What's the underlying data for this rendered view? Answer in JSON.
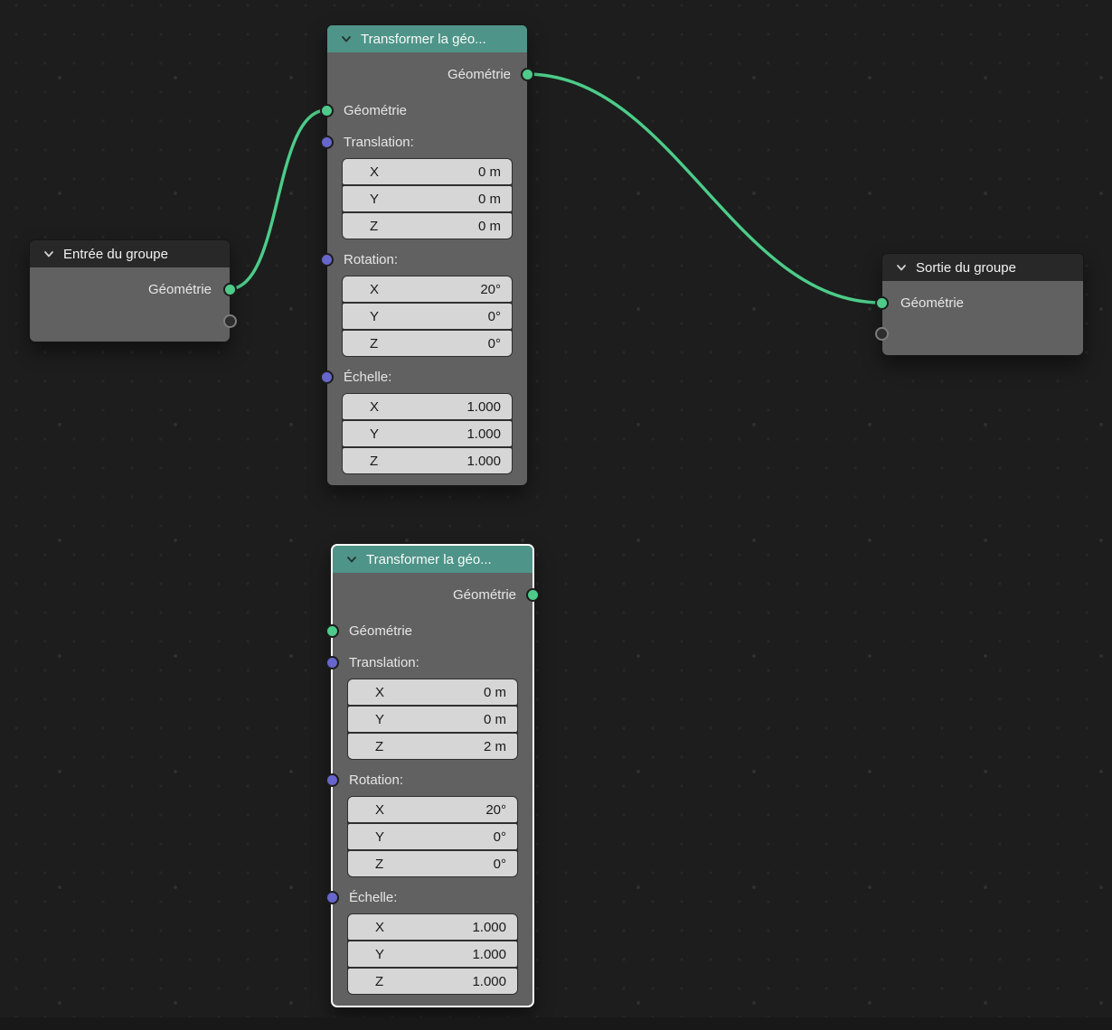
{
  "editor": {
    "type_hint": "geometry-node-editor"
  },
  "colors": {
    "background": "#1d1d1d",
    "wire": "#4ecb8a",
    "geometry_socket": "#4ecb8a",
    "vector_socket": "#6666cc",
    "transform_header": "#4f9488",
    "io_header": "#282828",
    "node_body": "#616161",
    "field_bg": "#d6d6d6"
  },
  "nodes": {
    "group_input": {
      "title": "Entrée du groupe",
      "outputs": {
        "geometry": "Géométrie"
      }
    },
    "group_output": {
      "title": "Sortie du groupe",
      "inputs": {
        "geometry": "Géométrie"
      }
    },
    "transform_top": {
      "title": "Transformer la géo...",
      "outputs": {
        "geometry": "Géométrie"
      },
      "inputs": {
        "geometry": "Géométrie"
      },
      "sections": [
        {
          "label": "Translation:",
          "rows": [
            {
              "axis": "X",
              "value": "0 m"
            },
            {
              "axis": "Y",
              "value": "0 m"
            },
            {
              "axis": "Z",
              "value": "0 m"
            }
          ]
        },
        {
          "label": "Rotation:",
          "rows": [
            {
              "axis": "X",
              "value": "20°"
            },
            {
              "axis": "Y",
              "value": "0°"
            },
            {
              "axis": "Z",
              "value": "0°"
            }
          ]
        },
        {
          "label": "Échelle:",
          "rows": [
            {
              "axis": "X",
              "value": "1.000"
            },
            {
              "axis": "Y",
              "value": "1.000"
            },
            {
              "axis": "Z",
              "value": "1.000"
            }
          ]
        }
      ]
    },
    "transform_bottom": {
      "title": "Transformer la géo...",
      "outputs": {
        "geometry": "Géométrie"
      },
      "inputs": {
        "geometry": "Géométrie"
      },
      "sections": [
        {
          "label": "Translation:",
          "rows": [
            {
              "axis": "X",
              "value": "0 m"
            },
            {
              "axis": "Y",
              "value": "0 m"
            },
            {
              "axis": "Z",
              "value": "2 m"
            }
          ]
        },
        {
          "label": "Rotation:",
          "rows": [
            {
              "axis": "X",
              "value": "20°"
            },
            {
              "axis": "Y",
              "value": "0°"
            },
            {
              "axis": "Z",
              "value": "0°"
            }
          ]
        },
        {
          "label": "Échelle:",
          "rows": [
            {
              "axis": "X",
              "value": "1.000"
            },
            {
              "axis": "Y",
              "value": "1.000"
            },
            {
              "axis": "Z",
              "value": "1.000"
            }
          ]
        }
      ]
    }
  }
}
